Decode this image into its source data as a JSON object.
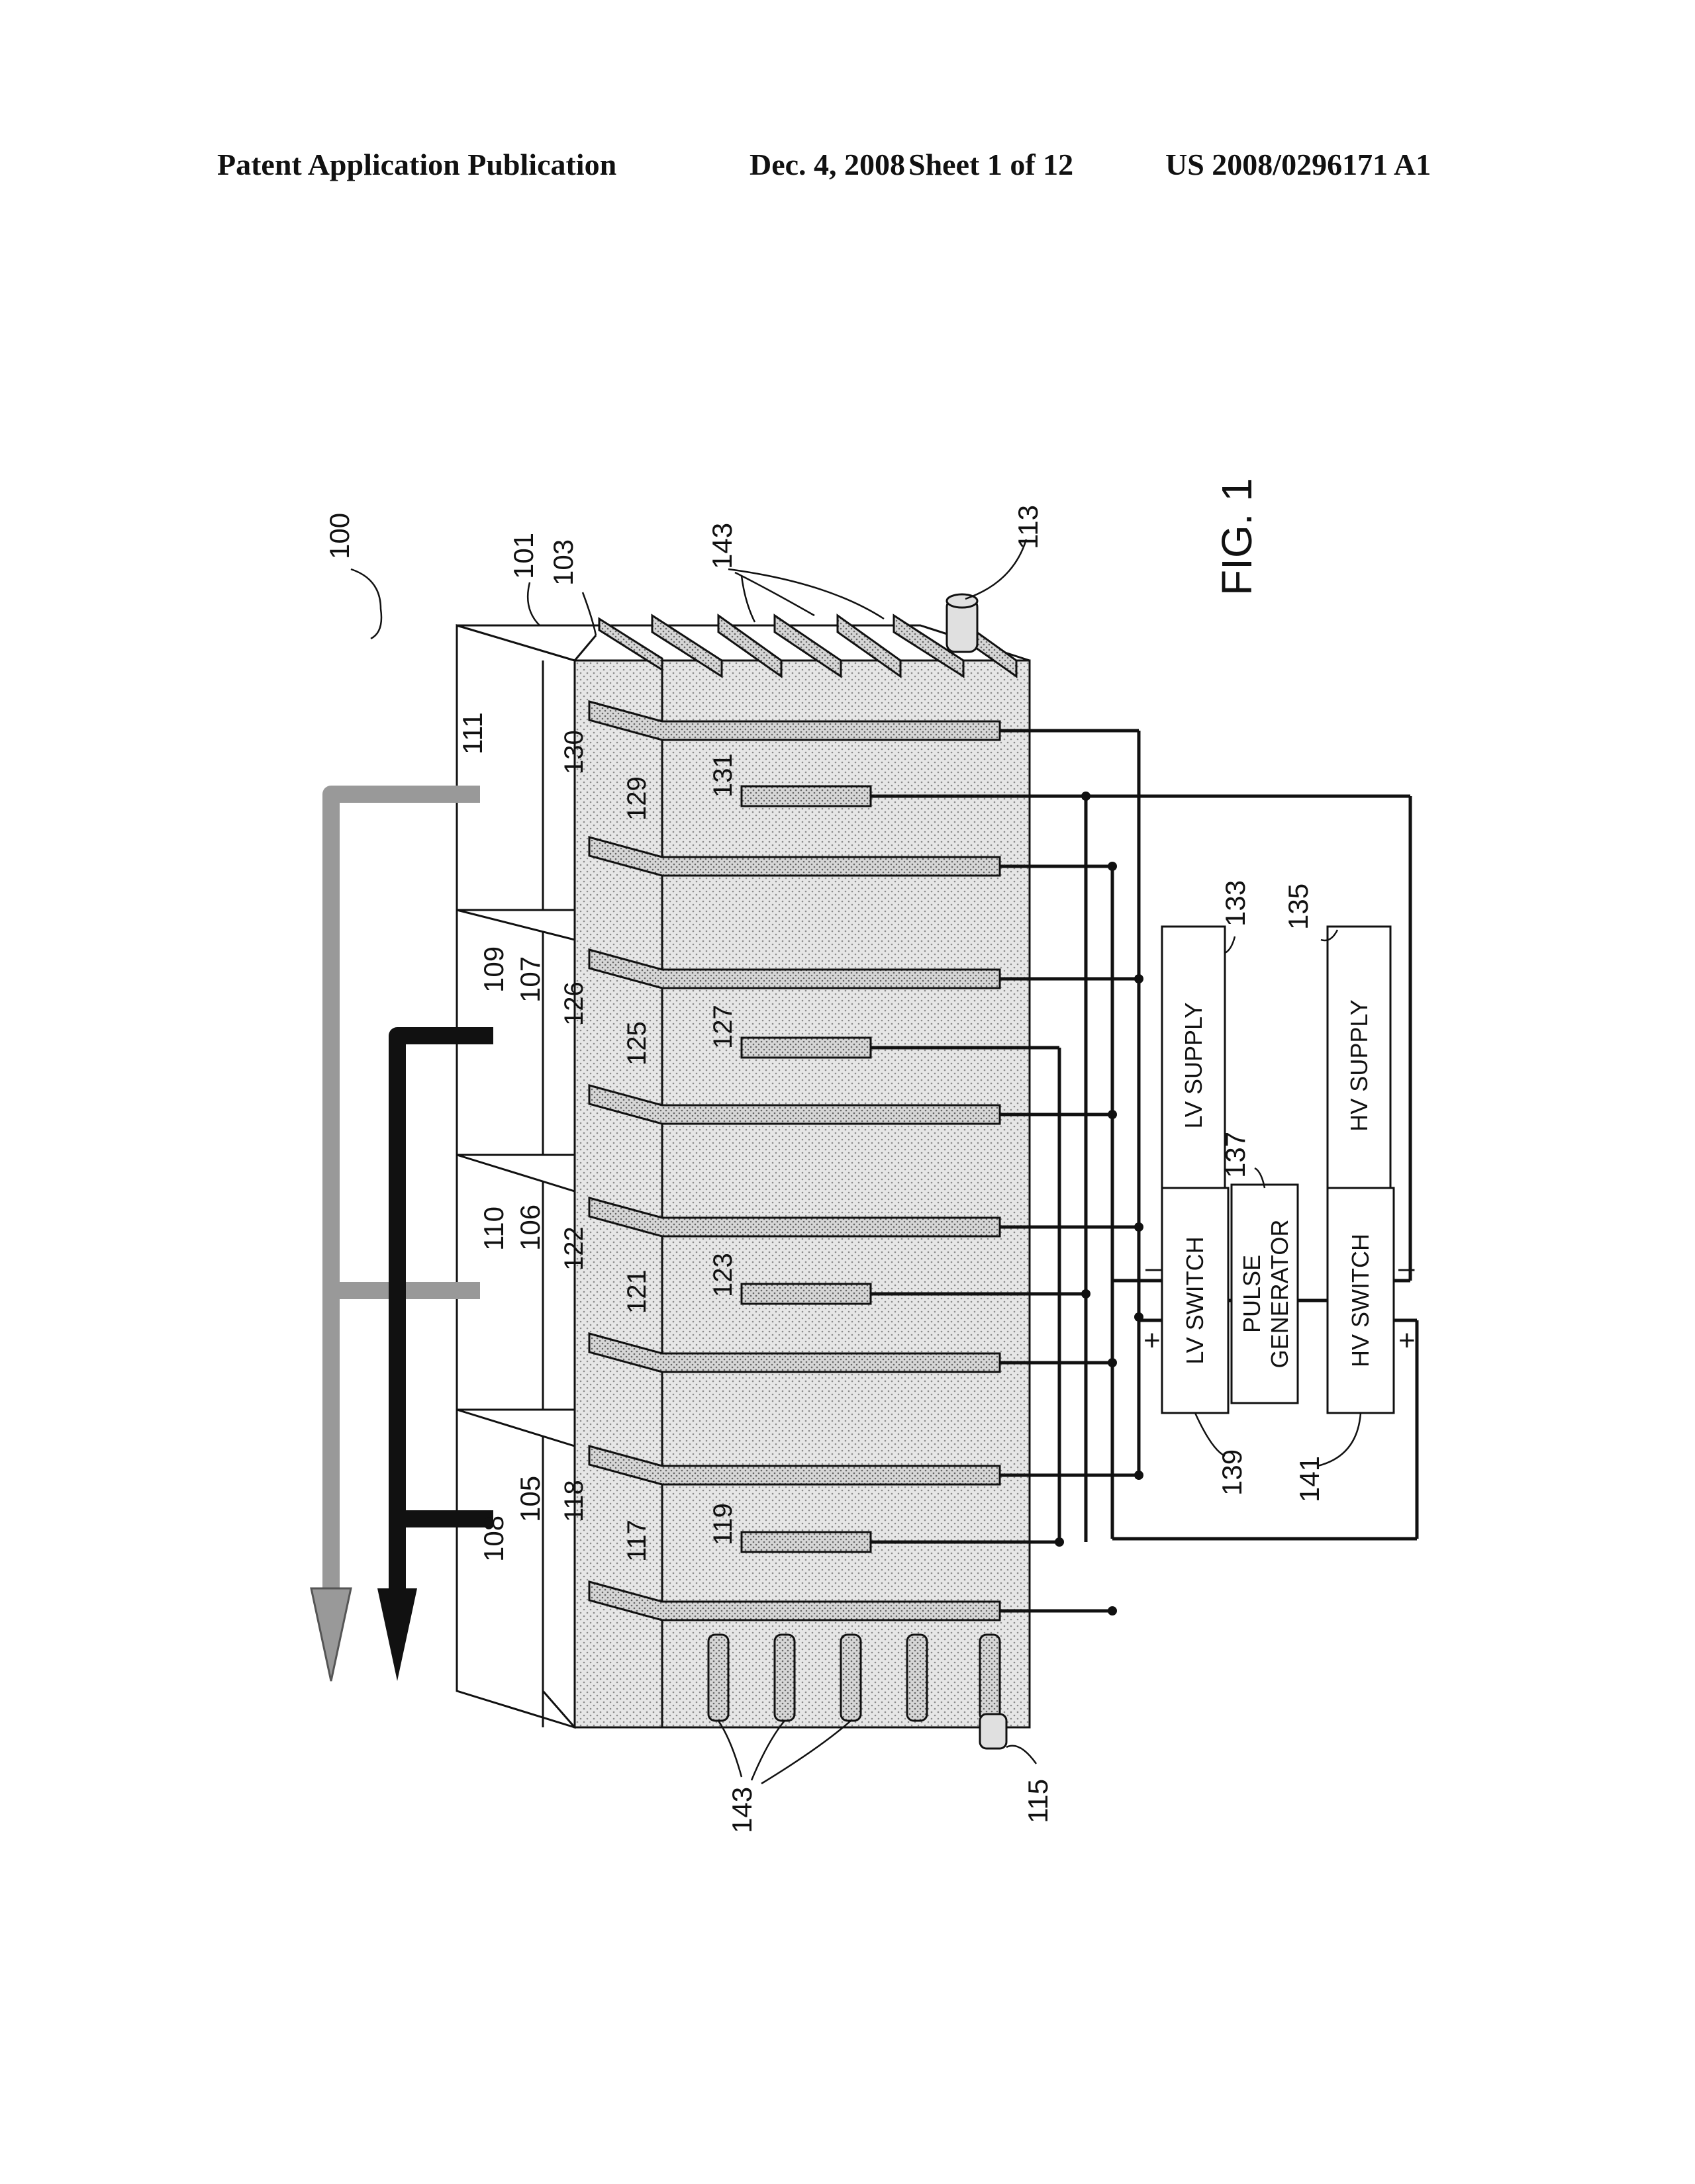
{
  "header": {
    "publication": "Patent Application Publication",
    "date": "Dec. 4, 2008",
    "sheet": "Sheet 1 of 12",
    "number": "US 2008/0296171 A1"
  },
  "figure": {
    "title": "FIG. 1",
    "system_ref": "100",
    "blocks": {
      "lv_supply": "LV SUPPLY",
      "hv_supply": "HV SUPPLY",
      "lv_switch": "LV SWITCH",
      "hv_switch": "HV SWITCH",
      "pulse_generator_line1": "PULSE",
      "pulse_generator_line2": "GENERATOR"
    },
    "polarity": {
      "minus": "–",
      "plus": "+"
    },
    "refs": {
      "r101": "101",
      "r103": "103",
      "r105": "105",
      "r106": "106",
      "r107": "107",
      "r108": "108",
      "r109": "109",
      "r110": "110",
      "r111": "111",
      "r113": "113",
      "r115": "115",
      "r117": "117",
      "r118": "118",
      "r119": "119",
      "r121": "121",
      "r122": "122",
      "r123": "123",
      "r125": "125",
      "r126": "126",
      "r127": "127",
      "r129": "129",
      "r130": "130",
      "r131": "131",
      "r133": "133",
      "r135": "135",
      "r137": "137",
      "r139": "139",
      "r141": "141",
      "r143_top": "143",
      "r143_bottom": "143"
    }
  }
}
